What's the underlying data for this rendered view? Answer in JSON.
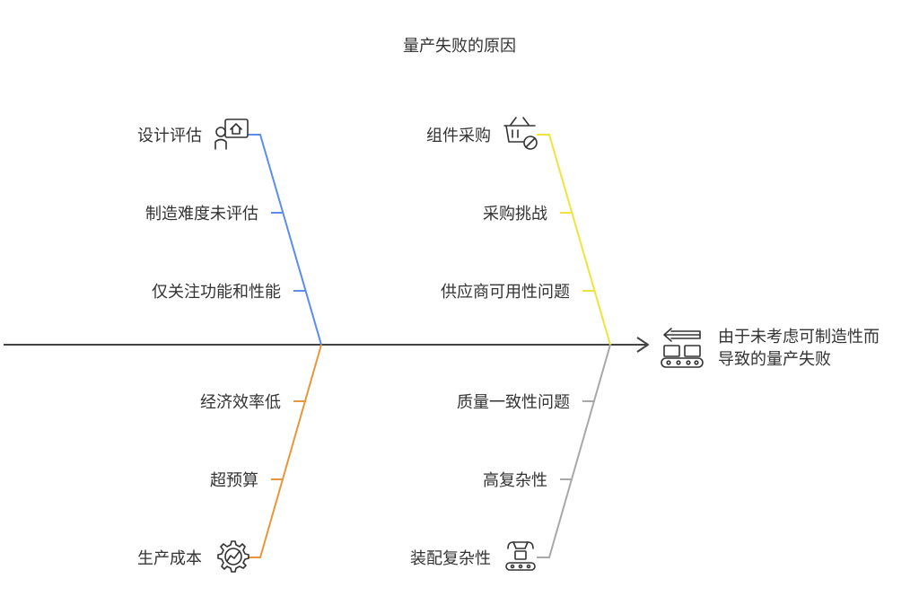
{
  "title": "量产失败的原因",
  "effect": {
    "line1": "由于未考虑可制造性而",
    "line2": "导致的量产失败",
    "icon": "conveyor-arrow-icon"
  },
  "categories": [
    {
      "name": "设计评估",
      "icon": "designer-house-icon",
      "color": "#5b8def",
      "causes": [
        "制造难度未评估",
        "仅关注功能和性能"
      ]
    },
    {
      "name": "组件采购",
      "icon": "basket-blocked-icon",
      "color": "#f2e23b",
      "causes": [
        "采购挑战",
        "供应商可用性问题"
      ]
    },
    {
      "name": "生产成本",
      "icon": "gear-chart-icon",
      "color": "#e8963c",
      "causes": [
        "经济效率低",
        "超预算"
      ]
    },
    {
      "name": "装配复杂性",
      "icon": "robot-arm-icon",
      "color": "#a8a8a8",
      "causes": [
        "质量一致性问题",
        "高复杂性"
      ]
    }
  ]
}
